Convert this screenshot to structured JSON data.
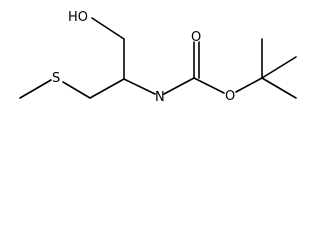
{
  "molecule": {
    "atoms": {
      "hydroxyl": "HO",
      "sulfur": "S",
      "nitrogen": "N",
      "carbonyl_oxygen": "O",
      "ester_oxygen": "O"
    },
    "colors": {
      "bond": "#000000",
      "background": "#ffffff"
    }
  }
}
